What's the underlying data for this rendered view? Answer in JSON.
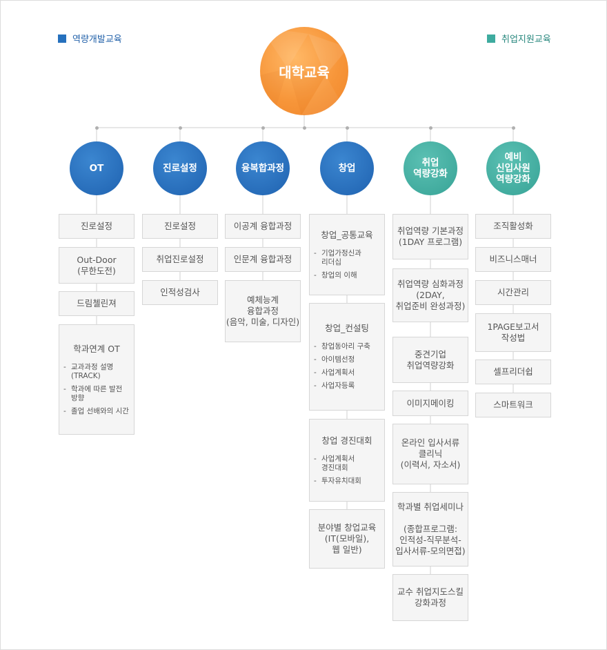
{
  "legend": {
    "left": {
      "label": "역량개발교육",
      "color": "#2670bd"
    },
    "right": {
      "label": "취업지원교육",
      "color": "#3eab9f"
    }
  },
  "root": {
    "label": "대학교육",
    "color": "#f7963a"
  },
  "columns": [
    {
      "id": "ot",
      "label": "OT",
      "color": "blue",
      "items": [
        {
          "title": "진로설정"
        },
        {
          "title": "Out-Door\n(무한도전)"
        },
        {
          "title": "드림첼린져"
        },
        {
          "title": "학과연계 OT",
          "bullets": [
            "교과과정 설명\n(TRACK)",
            "학과에 따른 발전\n방향",
            "졸업 선배와의 시간"
          ]
        }
      ]
    },
    {
      "id": "career",
      "label": "진로설정",
      "color": "blue",
      "items": [
        {
          "title": "진로설정"
        },
        {
          "title": "취업진로설정"
        },
        {
          "title": "인적성검사"
        }
      ]
    },
    {
      "id": "convergence",
      "label": "융복합과정",
      "color": "blue",
      "items": [
        {
          "title": "이공계 융합과정"
        },
        {
          "title": "인문계 융합과정"
        },
        {
          "title": "예체능계\n융합과정\n(음악, 미술, 디자인)"
        }
      ]
    },
    {
      "id": "startup",
      "label": "창업",
      "color": "blue",
      "items": [
        {
          "title": "창업_공통교육",
          "bullets": [
            "기업가정신과\n리더십",
            "창업의 이해"
          ]
        },
        {
          "title": "창업_컨설팅",
          "bullets": [
            "창업동아리 구축",
            "아이템선정",
            "사업계획서",
            "사업자등록"
          ]
        },
        {
          "title": "창업 경진대회",
          "bullets": [
            "사업계획서\n경진대회",
            "투자유치대회"
          ]
        },
        {
          "title": "분야별 창업교육\n(IT(모바일),\n웹 일반)"
        }
      ]
    },
    {
      "id": "employment",
      "label": "취업\n역량강화",
      "color": "teal",
      "items": [
        {
          "title": "취업역량 기본과정\n(1DAY 프로그램)"
        },
        {
          "title": "취업역량 심화과정\n(2DAY,\n취업준비 완성과정)"
        },
        {
          "title": "중견기업\n취업역량강화"
        },
        {
          "title": "이미지메이킹"
        },
        {
          "title": "온라인 입사서류\n클리닉\n(이력서, 자소서)"
        },
        {
          "title": "학과별 취업세미나\n\n(종합프로그램:\n인적성-직무분석-\n입사서류-모의면접)"
        },
        {
          "title": "교수 취업지도스킬\n강화과정"
        }
      ]
    },
    {
      "id": "newhire",
      "label": "예비\n신입사원\n역량강화",
      "color": "teal",
      "items": [
        {
          "title": "조직활성화"
        },
        {
          "title": "비즈니스매너"
        },
        {
          "title": "시간관리"
        },
        {
          "title": "1PAGE보고서\n작성법"
        },
        {
          "title": "셀프리더쉽"
        },
        {
          "title": "스마트워크"
        }
      ]
    }
  ]
}
